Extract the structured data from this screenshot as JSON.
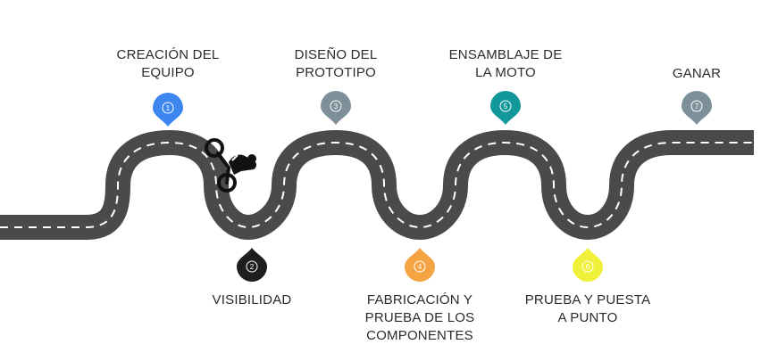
{
  "milestones": [
    {
      "number": "1",
      "label_lines": [
        "CREACIÓN DEL",
        "EQUIPO"
      ],
      "color": "#3d86f0",
      "position": "above"
    },
    {
      "number": "2",
      "label_lines": [
        "VISIBILIDAD"
      ],
      "color": "#1e1e1e",
      "position": "below"
    },
    {
      "number": "3",
      "label_lines": [
        "DISEÑO DEL",
        "PROTOTIPO"
      ],
      "color": "#7d9099",
      "position": "above"
    },
    {
      "number": "4",
      "label_lines": [
        "FABRICACIÓN Y",
        "PRUEBA DE LOS",
        "COMPONENTES"
      ],
      "color": "#f5a444",
      "position": "below"
    },
    {
      "number": "5",
      "label_lines": [
        "ENSAMBLAJE DE",
        "LA MOTO"
      ],
      "color": "#12979b",
      "position": "above"
    },
    {
      "number": "6",
      "label_lines": [
        "PRUEBA Y PUESTA",
        "A PUNTO"
      ],
      "color": "#eef03a",
      "position": "below"
    },
    {
      "number": "7",
      "label_lines": [
        "GANAR"
      ],
      "color": "#7d9099",
      "position": "above"
    }
  ],
  "road": {
    "color": "#4a4a4a",
    "dash_color": "#ffffff"
  },
  "vehicle_icon": "motorcycle-rider-icon"
}
